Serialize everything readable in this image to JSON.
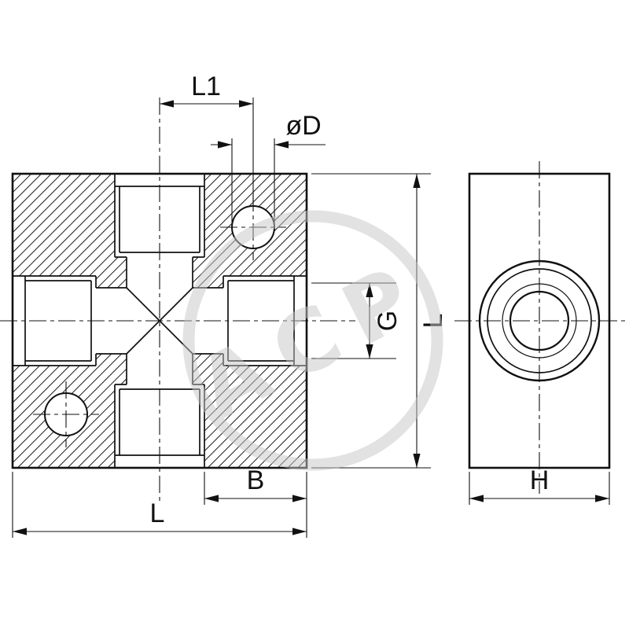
{
  "drawing": {
    "labels": {
      "l1": "L1",
      "diameter": "øD",
      "thread": "G",
      "length_side": "L",
      "width_b": "B",
      "length_bottom": "L",
      "height": "H"
    },
    "colors": {
      "line": "#111111",
      "watermark": "#c7c7c7"
    },
    "watermark": {
      "text": "ACP"
    }
  }
}
